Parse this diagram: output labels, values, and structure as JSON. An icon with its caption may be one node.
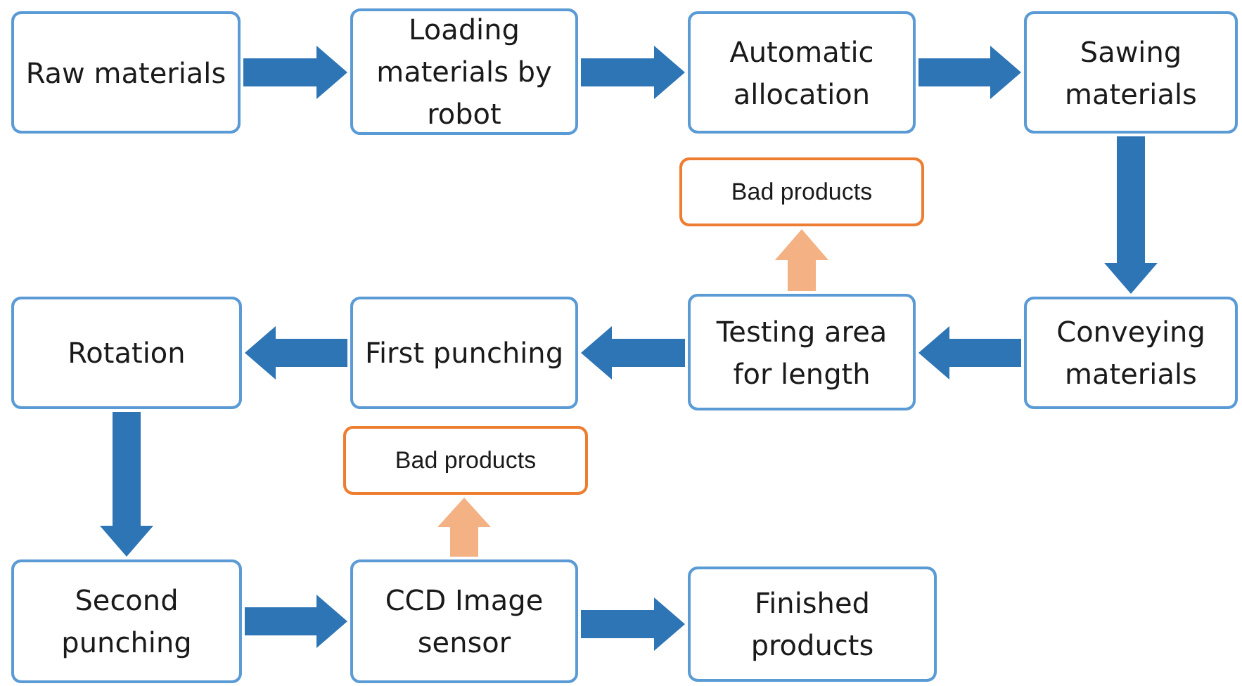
{
  "diagram": {
    "nodes": [
      {
        "text": [
          "Raw materials"
        ]
      },
      {
        "text": [
          "Loading materials by robot"
        ]
      },
      {
        "text": [
          "Automatic allocation"
        ]
      },
      {
        "text": [
          "Sawing materials"
        ]
      },
      {
        "text": [
          "Bad products"
        ]
      },
      {
        "text": [
          "Rotation"
        ]
      },
      {
        "text": [
          "First punching"
        ]
      },
      {
        "text": [
          "Testing area for length"
        ]
      },
      {
        "text": [
          "Conveying materials"
        ]
      },
      {
        "text": [
          "Bad products"
        ]
      },
      {
        "text": [
          "Second punching"
        ]
      },
      {
        "text": [
          "CCD Image sensor"
        ]
      },
      {
        "text": [
          "Finished products"
        ]
      }
    ],
    "edges": [
      {
        "from": 0,
        "to": 1,
        "arrow": "to"
      },
      {
        "from": 1,
        "to": 2,
        "arrow": "to"
      },
      {
        "from": 2,
        "to": 3,
        "arrow": "to"
      },
      {
        "from": 3,
        "to": 8,
        "arrow": "to"
      },
      {
        "from": 8,
        "to": 7,
        "arrow": "to"
      },
      {
        "from": 7,
        "to": 4,
        "arrow": "to",
        "color": "#f4b183"
      },
      {
        "from": 7,
        "to": 6,
        "arrow": "to"
      },
      {
        "from": 6,
        "to": 5,
        "arrow": "to"
      },
      {
        "from": 5,
        "to": 10,
        "arrow": "to"
      },
      {
        "from": 10,
        "to": 11,
        "arrow": "to"
      },
      {
        "from": 11,
        "to": 9,
        "arrow": "to",
        "color": "#f4b183"
      },
      {
        "from": 11,
        "to": 12,
        "arrow": "to"
      }
    ]
  }
}
